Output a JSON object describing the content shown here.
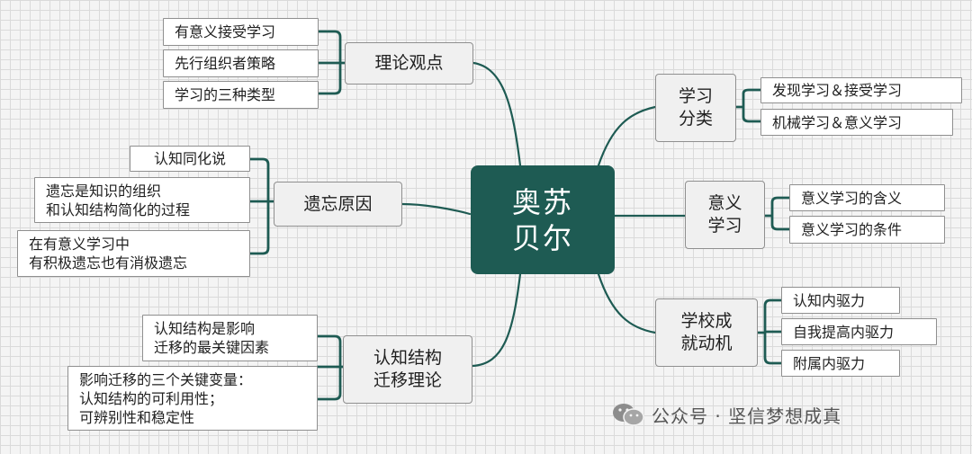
{
  "central": {
    "label": "奥苏\n贝尔"
  },
  "left_branches": [
    {
      "label": "理论观点",
      "children": [
        "有意义接受学习",
        "先行组织者策略",
        "学习的三种类型"
      ]
    },
    {
      "label": "遗忘原因",
      "children": [
        "认知同化说",
        "遗忘是知识的组织\n和认知结构简化的过程",
        "在有意义学习中\n有积极遗忘也有消极遗忘"
      ]
    },
    {
      "label": "认知结构\n迁移理论",
      "children": [
        "认知结构是影响\n迁移的最关键因素",
        "影响迁移的三个关键变量：\n认知结构的可利用性；\n可辨别性和稳定性"
      ]
    }
  ],
  "right_branches": [
    {
      "label": "学习\n分类",
      "children": [
        "发现学习＆接受学习",
        "机械学习＆意义学习"
      ]
    },
    {
      "label": "意义\n学习",
      "children": [
        "意义学习的含义",
        "意义学习的条件"
      ]
    },
    {
      "label": "学校成\n就动机",
      "children": [
        "认知内驱力",
        "自我提高内驱力",
        "附属内驱力"
      ]
    }
  ],
  "watermark": {
    "text": "公众号 · 坚信梦想成真",
    "icon": "wechat-icon"
  },
  "colors": {
    "central_fill": "#1e5b53",
    "connector": "#1e5b53",
    "box_border": "#8f8f8f"
  }
}
